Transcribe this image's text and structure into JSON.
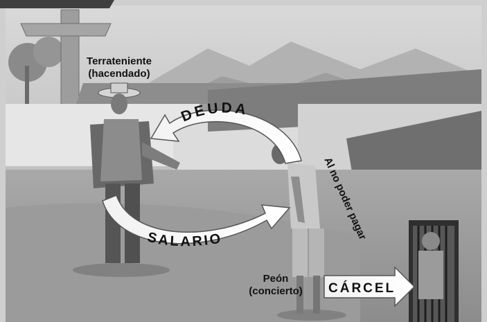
{
  "header_tab": "",
  "labels": {
    "terrateniente_line1": "Terrateniente",
    "terrateniente_line2": "(hacendado)",
    "peon_line1": "Peón",
    "peon_line2": "(concierto)"
  },
  "arrows": {
    "deuda": "DEUDA",
    "salario": "SALARIO",
    "al_no_poder_pagar": "Al no poder pagar",
    "carcel": "CÁRCEL"
  },
  "colors": {
    "tab": "#3f3f3f",
    "arrow_fill": "#ffffff",
    "arrow_stroke": "#555555",
    "text": "#111111"
  }
}
